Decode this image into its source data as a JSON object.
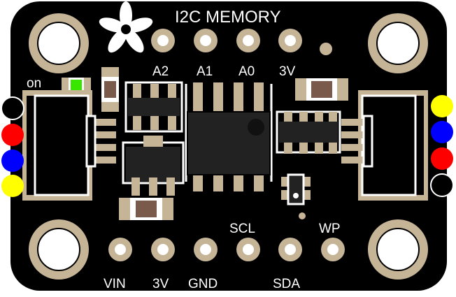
{
  "board": {
    "title": "I2C MEMORY",
    "power_led_label": "on",
    "top_pin_labels": [
      "A2",
      "A1",
      "A0",
      "3V"
    ],
    "bottom_pin_labels_top_row": [
      "SCL",
      "WP"
    ],
    "bottom_pin_labels_bottom_row": [
      "VIN",
      "3V",
      "GND",
      "SDA"
    ],
    "colors": {
      "pcb": "#000000",
      "gold": "#c6b497",
      "silkscreen": "#ffffff",
      "chip": "#222222",
      "led": "#39e600",
      "wire_black": "#000000",
      "wire_red": "#ff0000",
      "wire_blue": "#0000ff",
      "wire_yellow": "#ffff00"
    },
    "left_connector_wires": [
      "black",
      "red",
      "blue",
      "yellow"
    ],
    "right_connector_wires": [
      "yellow",
      "blue",
      "red",
      "black"
    ],
    "icons": [
      "flower-logo-icon"
    ]
  }
}
